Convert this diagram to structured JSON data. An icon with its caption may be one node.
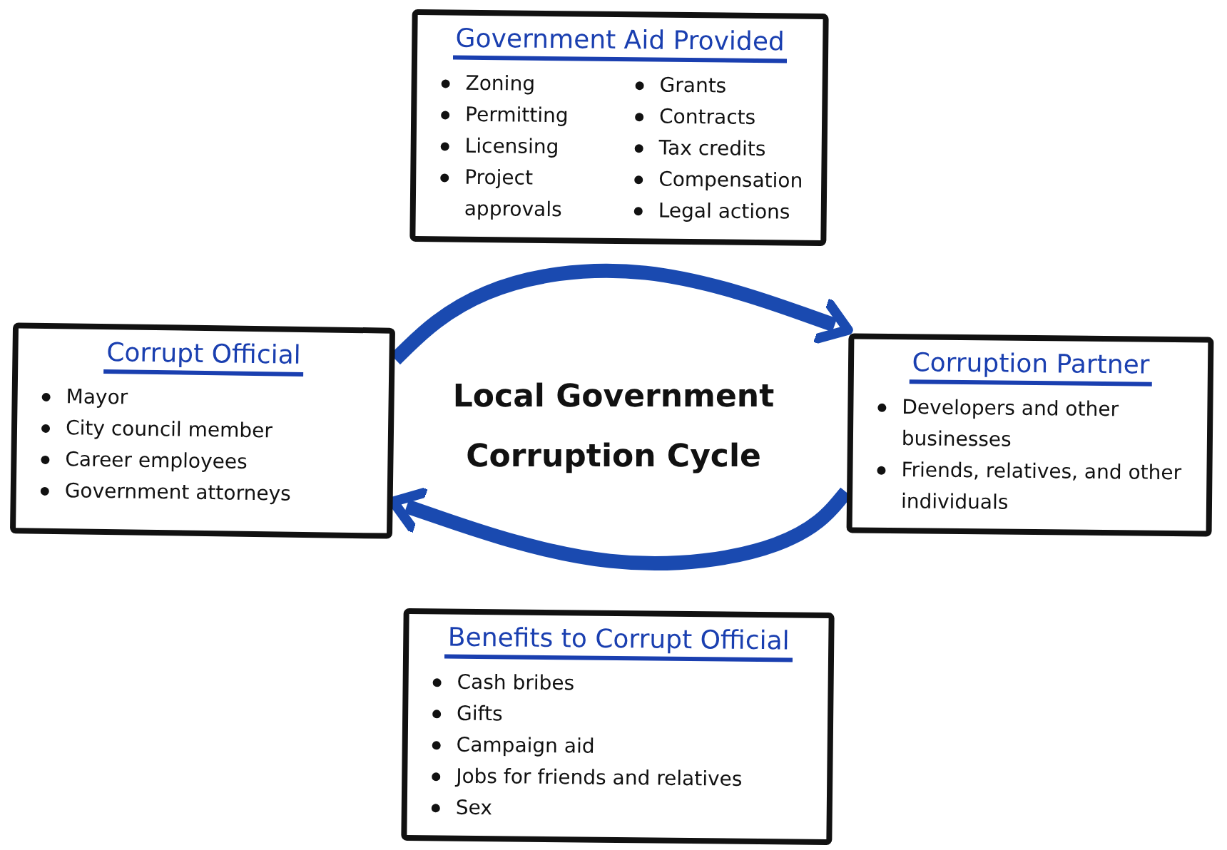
{
  "diagram": {
    "title": "Local Government Corruption Cycle",
    "nodes": [
      {
        "text": [
          "Government Aid Provided",
          "Zoning",
          "Permitting",
          "Licensing",
          "Project approvals",
          "Grants",
          "Contracts",
          "Tax credits",
          "Compensation",
          "Legal actions"
        ]
      },
      {
        "text": [
          "Corrupt Official",
          "Mayor",
          "City council member",
          "Career employees",
          "Government attorneys"
        ]
      },
      {
        "text": [
          "Corruption Partner",
          "Developers and other businesses",
          "Friends, relatives, and other individuals"
        ]
      },
      {
        "text": [
          "Benefits to Corrupt Official",
          "Cash bribes",
          "Gifts",
          "Campaign aid",
          "Jobs for friends and relatives",
          "Sex"
        ]
      }
    ],
    "edges": [
      {
        "from": 1,
        "to": 2,
        "arrow": "to"
      },
      {
        "from": 2,
        "to": 1,
        "arrow": "to"
      }
    ]
  }
}
